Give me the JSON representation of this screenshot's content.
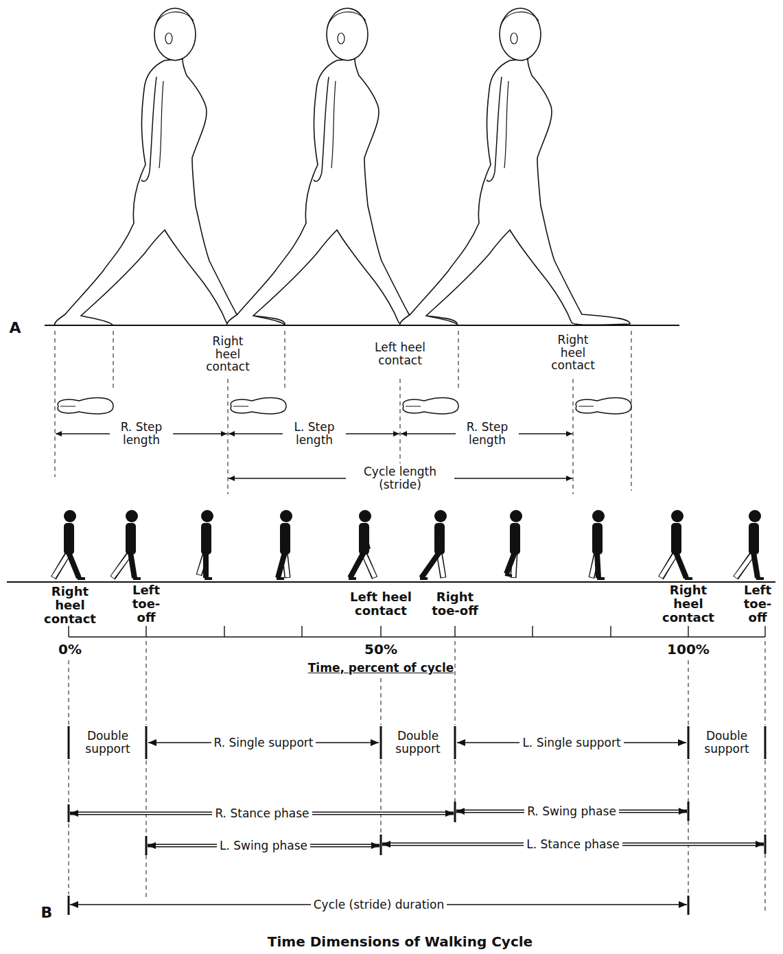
{
  "diagram": {
    "caption": "Time Dimensions of Walking Cycle",
    "labels": [
      "A",
      "Right heel contact",
      "Left heel contact",
      "Right heel contact",
      "R. Step length",
      "L. Step length",
      "R. Step length",
      "Cycle length (stride)",
      "Right heel contact",
      "Left toe-off",
      "Left heel contact",
      "Right toe-off",
      "Right heel contact",
      "Left toe-off",
      "0%",
      "50%",
      "100%",
      "Time, percent of cycle",
      "Double support",
      "R. Single support",
      "Double support",
      "L. Single support",
      "Double support",
      "R. Stance phase",
      "R. Swing phase",
      "L. Swing phase",
      "L. Stance phase",
      "B",
      "Cycle (stride) duration"
    ]
  }
}
